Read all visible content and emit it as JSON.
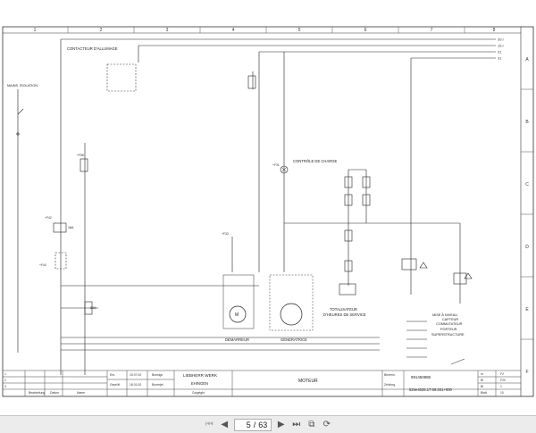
{
  "columns": [
    "1",
    "2",
    "3",
    "4",
    "5",
    "6",
    "7",
    "8"
  ],
  "rows": [
    "A",
    "B",
    "C",
    "D",
    "E",
    "F"
  ],
  "bus": [
    "30.I",
    "15.I",
    "31",
    "31"
  ],
  "labels": {
    "contacteur": "CONTACTEUR D'ALLUMAGE",
    "mains": "MAINS",
    "isolation": "ISOLATION",
    "controle": "CONTRÔLE DE CHARGE",
    "totalisateur1": "TOTALISATEUR",
    "totalisateur2": "D'HEURES DE SERVICE",
    "demarreur": "DÉMARREUR",
    "generatrice": "GÉNÉRATRICE",
    "mise1": "MISE À NIVEAU",
    "mise2": "CAPTEUR",
    "mise3": "COMMUTATEUR",
    "mise4": "PORTEUR",
    "mise5": "SUPERSTRUCTURE",
    "f1": "16A",
    "f2": "80A",
    "k1": "+F42",
    "k2": "+F44",
    "k3": "+F33",
    "k4": "+F31",
    "k5": "+F58"
  },
  "titleblock": {
    "col1": [
      "1",
      "2",
      "3"
    ],
    "col2": [
      "Bearbeitung",
      "Datum",
      "Name"
    ],
    "erst": "Ers.",
    "gepr": "Geprüft",
    "date1": "15.07.00",
    "date2": "18.01.00",
    "name1": "Bonsign",
    "name2": "Bonrejet",
    "company1": "LIEBHERR WERK",
    "company2": "EHINGEN",
    "company3": "Copyright",
    "title": "MOTEUR",
    "benennung": "Benenn.",
    "drawing_no": "991450888",
    "zeichnung": "Zeichng.",
    "ref": "524e4025.17.09.201+000",
    "right_keys": [
      "m",
      "Bl",
      "Bl",
      "Blatt"
    ],
    "right_vals": [
      "F2",
      "F20",
      "1",
      "10"
    ]
  },
  "toolbar": {
    "page_current": "5",
    "page_sep": "/",
    "page_total": "63"
  }
}
